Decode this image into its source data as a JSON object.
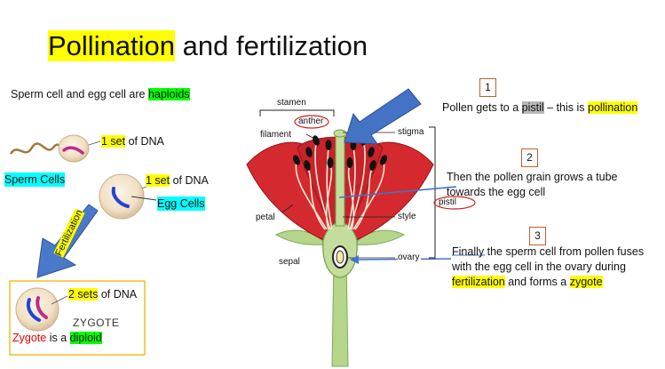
{
  "title": {
    "highlight": "Pollination",
    "rest": " and fertilization"
  },
  "haploid_note": {
    "prefix": "Sperm cell and egg cell are ",
    "highlight": "haploids"
  },
  "sperm": {
    "dna_highlight": "1 set",
    "dna_rest": " of DNA",
    "label": "Sperm Cells"
  },
  "egg": {
    "dna_highlight": "1 set",
    "dna_rest": " of DNA",
    "label": "Egg Cells"
  },
  "arrow_label": "Fertilization",
  "zygote": {
    "dna_highlight": "2 sets",
    "dna_rest": " of DNA",
    "caption": "ZYGOTE",
    "word": "Zygote",
    "mid": " is a ",
    "highlight": "diploid"
  },
  "flower_labels": {
    "stamen": "stamen",
    "anther": "anther",
    "filament": "filament",
    "stigma": "stigma",
    "petal": "petal",
    "style": "style",
    "sepal": "sepal",
    "ovary": "ovary",
    "pistil": "pistil"
  },
  "steps": [
    {
      "number": "1",
      "pre": "Pollen gets to a ",
      "gray": "pistil",
      "mid": " – this is ",
      "highlight": "pollination"
    },
    {
      "number": "2",
      "line1": "Then the pollen grain grows a tube",
      "line2": "towards the egg cell"
    },
    {
      "number": "3",
      "first": "Finally",
      "rest": " the sperm cell from pollen fuses",
      "line2": "with the egg cell in the ovary during",
      "highlight1": "fertilization",
      "mid": " and forms a ",
      "highlight2": "zygote"
    }
  ],
  "colors": {
    "highlight_yellow": "#ffff00",
    "highlight_green": "#00ff00",
    "highlight_cyan": "#00ffff",
    "petal_red": "#d42a2f",
    "stem_green": "#b5d68a",
    "arrow_blue": "#4472c4",
    "zygote_red": "#e60000"
  }
}
